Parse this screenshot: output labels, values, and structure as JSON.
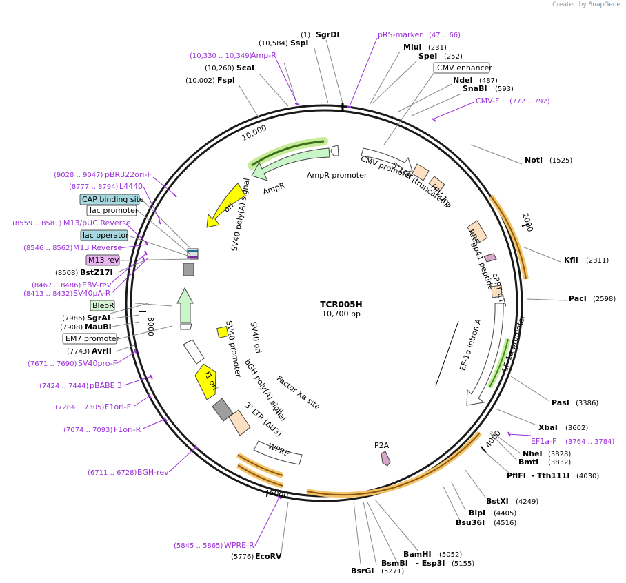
{
  "credit": {
    "prefix": "Created by",
    "brand": "SnapGene"
  },
  "plasmid": {
    "name": "TCR005H",
    "size": "10,700 bp"
  },
  "ticks": [
    "10,000",
    "2000",
    "4000",
    "6000",
    "8000"
  ],
  "top_sites": [
    {
      "pos": "(1)",
      "name": "SgrDI",
      "type": "enz"
    },
    {
      "pos": "(10,584)",
      "name": "SspI",
      "type": "enz"
    },
    {
      "pos": "(10,330 .. 10,349)",
      "name": "Amp-R",
      "type": "primer"
    },
    {
      "pos": "(10,260)",
      "name": "ScaI",
      "type": "enz"
    },
    {
      "pos": "(10,002)",
      "name": "FspI",
      "type": "enz"
    },
    {
      "pos": "(47 .. 66)",
      "name": "pRS-marker",
      "type": "primer"
    },
    {
      "pos": "(231)",
      "name": "MluI",
      "type": "enz"
    },
    {
      "pos": "(252)",
      "name": "SpeI",
      "type": "enz"
    },
    {
      "name": "CMV enhancer",
      "type": "box"
    },
    {
      "pos": "(487)",
      "name": "NdeI",
      "type": "enz"
    },
    {
      "pos": "(593)",
      "name": "SnaBI",
      "type": "enz"
    },
    {
      "pos": "(772 .. 792)",
      "name": "CMV-F",
      "type": "primer"
    }
  ],
  "right_sites": [
    {
      "pos": "(1525)",
      "name": "NotI"
    },
    {
      "pos": "(2311)",
      "name": "KflI"
    },
    {
      "pos": "(2598)",
      "name": "PacI"
    },
    {
      "pos": "(3386)",
      "name": "PasI"
    },
    {
      "pos": "(3602)",
      "name": "XbaI"
    },
    {
      "pos": "(3764 .. 3784)",
      "name": "EF1a-F",
      "type": "primer"
    },
    {
      "pos": "(3828)",
      "name": "NheI"
    },
    {
      "pos": "(3832)",
      "name": "BmtI"
    },
    {
      "pos": "(4030)",
      "name": "PflFI  - Tth111I"
    },
    {
      "pos": "(4249)",
      "name": "BstXI"
    },
    {
      "pos": "(4405)",
      "name": "BlpI"
    },
    {
      "pos": "(4516)",
      "name": "Bsu36I"
    },
    {
      "pos": "(5052)",
      "name": "BamHI"
    },
    {
      "pos": "(5155)",
      "name": "BsmBI   - Esp3I"
    },
    {
      "pos": "(5271)",
      "name": "BsrGI"
    }
  ],
  "bottom_sites": [
    {
      "pos": "(5776)",
      "name": "EcoRV"
    },
    {
      "pos": "(5845 .. 5865)",
      "name": "WPRE-R",
      "type": "primer"
    }
  ],
  "left_sites": [
    {
      "pos": "(9028 .. 9047)",
      "name": "pBR322ori-F",
      "type": "primer"
    },
    {
      "pos": "(8777 .. 8794)",
      "name": "L4440",
      "type": "primer"
    },
    {
      "name": "CAP binding site",
      "type": "box-cyan"
    },
    {
      "name": "lac promoter",
      "type": "box"
    },
    {
      "pos": "(8559 .. 8581)",
      "name": "M13/pUC Reverse",
      "type": "primer"
    },
    {
      "name": "lac operator",
      "type": "box-cyan"
    },
    {
      "pos": "(8546 .. 8562)",
      "name": "M13 Reverse",
      "type": "primer"
    },
    {
      "name": "M13 rev",
      "type": "box-purple"
    },
    {
      "pos": "(8508)",
      "name": "BstZ17I",
      "type": "enz"
    },
    {
      "pos": "(8467 .. 8486)",
      "name": "EBV-rev",
      "type": "primer"
    },
    {
      "pos": "(8413 .. 8432)",
      "name": "SV40pA-R",
      "type": "primer"
    },
    {
      "name": "BleoR",
      "type": "box-green"
    },
    {
      "pos": "(7986)",
      "name": "SgrAI",
      "type": "enz"
    },
    {
      "pos": "(7908)",
      "name": "MauBI",
      "type": "enz"
    },
    {
      "name": "EM7 promoter",
      "type": "box"
    },
    {
      "pos": "(7743)",
      "name": "AvrII",
      "type": "enz"
    },
    {
      "pos": "(7671 .. 7690)",
      "name": "SV40pro-F",
      "type": "primer"
    },
    {
      "pos": "(7424 .. 7444)",
      "name": "pBABE 3'",
      "type": "primer"
    },
    {
      "pos": "(7284 .. 7305)",
      "name": "F1ori-F",
      "type": "primer"
    },
    {
      "pos": "(7074 .. 7093)",
      "name": "F1ori-R",
      "type": "primer"
    },
    {
      "pos": "(6711 .. 6728)",
      "name": "BGH-rev",
      "type": "primer"
    }
  ],
  "features": {
    "ampr": "AmpR",
    "ampr_promoter": "AmpR promoter",
    "cmv_promoter": "CMV promoter",
    "ltr5": "5' LTR (truncated)",
    "hiv_psi": "HIV-1 ψ",
    "rre": "RRE",
    "gp41": "gp41 peptide",
    "cppt": "cPPT/CTS",
    "ef1a_promoter": "EF-1α promoter",
    "ef1a_intron": "EF-1α intron A",
    "p2a": "P2A",
    "wpre": "WPRE",
    "ltr3": "3' LTR (ΔU3)",
    "bgh": "bGH poly(A) signal",
    "factor_xa": "Factor Xa site",
    "f1ori": "f1 ori",
    "sv40_promoter": "SV40 promoter",
    "sv40_ori": "SV40 ori",
    "sv40_polya": "SV40 poly(A) signal",
    "ori": "ori"
  },
  "colors": {
    "backbone": "#1a1a1a",
    "primer": "#9b30d9",
    "orange_arc": "#f0a030",
    "green_arc": "#7ccd3a",
    "ampr_fill": "#c9f5c9",
    "ori_fill": "#ffff00",
    "beige": "#fde0c2",
    "gray": "#9e9e9e",
    "cyan_box": "#a8d8df",
    "purple_box": "#e8b5f0",
    "green_box": "#d5f5d5",
    "p2a": "#d7a6c8"
  }
}
